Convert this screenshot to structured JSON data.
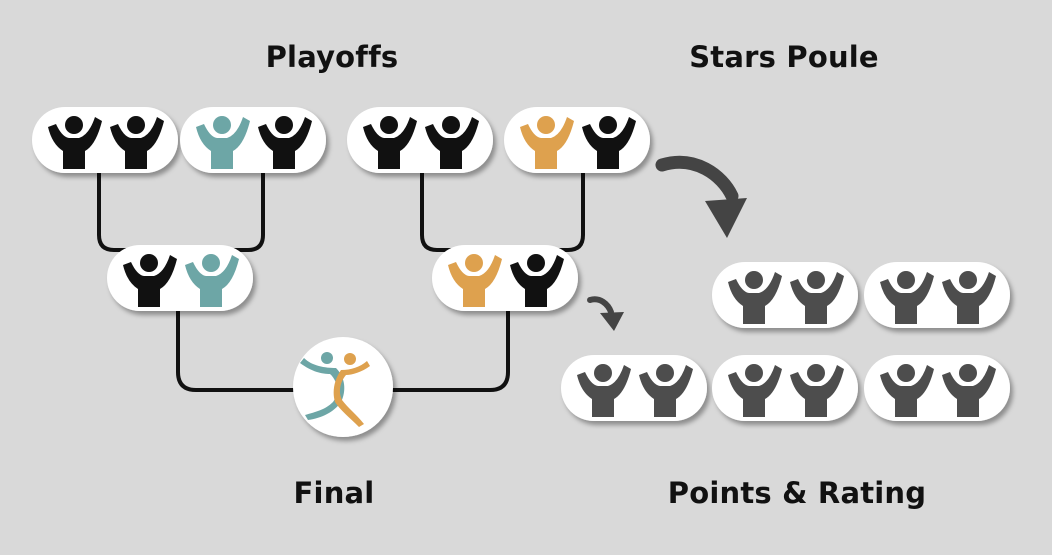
{
  "headings": {
    "playoffs": "Playoffs",
    "stars_poule": "Stars Poule",
    "final": "Final",
    "points_rating": "Points & Rating"
  },
  "colors": {
    "background": "#d9d9d9",
    "pill": "#ffffff",
    "connector": "#111111",
    "arrow": "#444444",
    "player_black": "#111111",
    "player_teal": "#6da6a6",
    "player_orange": "#dea14e",
    "player_grey": "#4d4d4d"
  },
  "icons": {
    "player": "player-cheering-icon",
    "final": "two-players-celebrating-icon",
    "arrow": "curved-arrow-icon"
  },
  "pairs": {
    "playoffs_round1": [
      [
        "player_black",
        "player_black"
      ],
      [
        "player_teal",
        "player_black"
      ],
      [
        "player_black",
        "player_black"
      ],
      [
        "player_orange",
        "player_black"
      ]
    ],
    "playoffs_round2": [
      [
        "player_black",
        "player_teal"
      ],
      [
        "player_orange",
        "player_black"
      ]
    ],
    "stars_poule": [
      [
        "player_grey",
        "player_grey"
      ],
      [
        "player_grey",
        "player_grey"
      ]
    ],
    "points_rating": [
      [
        "player_grey",
        "player_grey"
      ],
      [
        "player_grey",
        "player_grey"
      ],
      [
        "player_grey",
        "player_grey"
      ]
    ]
  }
}
